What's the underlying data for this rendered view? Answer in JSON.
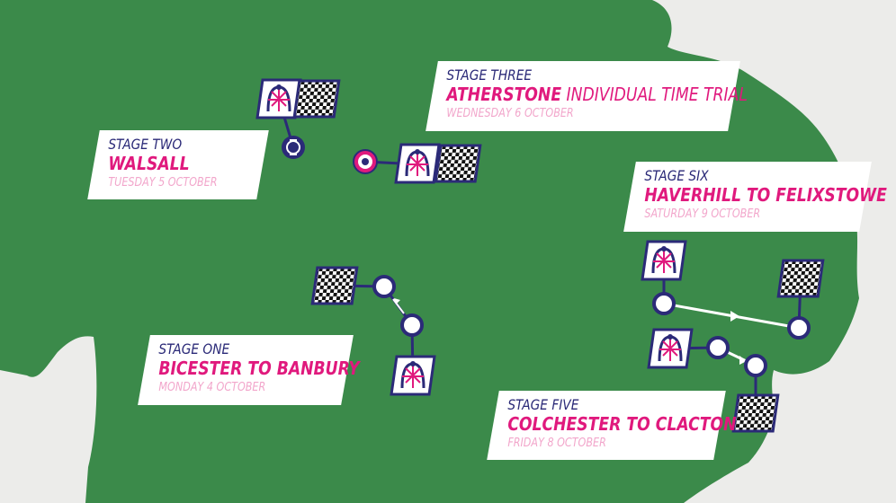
{
  "colors": {
    "land": "#3b8a4a",
    "sea": "#ececea",
    "route": "#2b2a78",
    "accent": "#e0197d",
    "date": "#f2a6cb",
    "card": "#ffffff"
  },
  "stages": [
    {
      "label": "STAGE ONE",
      "name": "BICESTER TO BANBURY",
      "name_rest": "",
      "date": "MONDAY 4 OCTOBER"
    },
    {
      "label": "STAGE TWO",
      "name": "WALSALL",
      "name_rest": "",
      "date": "TUESDAY 5 OCTOBER"
    },
    {
      "label": "STAGE THREE",
      "name": "ATHERSTONE",
      "name_rest": " INDIVIDUAL TIME TRIAL",
      "date": "WEDNESDAY 6 OCTOBER"
    },
    {
      "label": "STAGE FIVE",
      "name": "COLCHESTER TO CLACTON",
      "name_rest": "",
      "date": "FRIDAY 8 OCTOBER"
    },
    {
      "label": "STAGE SIX",
      "name": "HAVERHILL TO FELIXSTOWE",
      "name_rest": "",
      "date": "SATURDAY 9 OCTOBER"
    }
  ],
  "icons": {
    "start": "start-arch-icon",
    "finish": "chequered-flag-icon",
    "node": "route-node-icon",
    "circuit": "circuit-node-icon",
    "time_trial": "time-trial-target-icon",
    "direction": "direction-arrow-icon"
  }
}
